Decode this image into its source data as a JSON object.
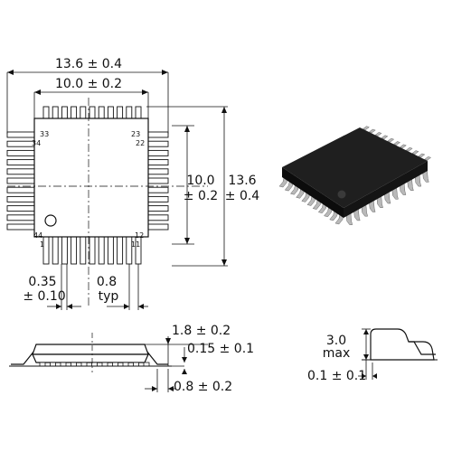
{
  "top_view": {
    "overall_width": "13.6 ± 0.4",
    "body_width": "10.0 ± 0.2",
    "body_height_line1": "10.0",
    "body_height_line2": "± 0.2",
    "overall_height_line1": "13.6",
    "overall_height_line2": "± 0.4",
    "lead_width_line1": "0.35",
    "lead_width_line2": "± 0.10",
    "pitch_line1": "0.8",
    "pitch_line2": "typ",
    "pin_labels": {
      "p1": "1",
      "p11": "11",
      "p12": "12",
      "p22": "22",
      "p23": "23",
      "p33": "33",
      "p34": "34",
      "p44": "44"
    }
  },
  "side_view": {
    "height": "1.8 ± 0.2",
    "lead_thickness": "0.15 ± 0.1",
    "foot_length": "0.8 ± 0.2"
  },
  "detail_view": {
    "max_height_line1": "3.0",
    "max_height_line2": "max",
    "standoff": "0.1 ± 0.1"
  },
  "colors": {
    "package_body": "#1f1f1f",
    "lead_metal": "#b9b9b9",
    "outline": "#111111"
  }
}
